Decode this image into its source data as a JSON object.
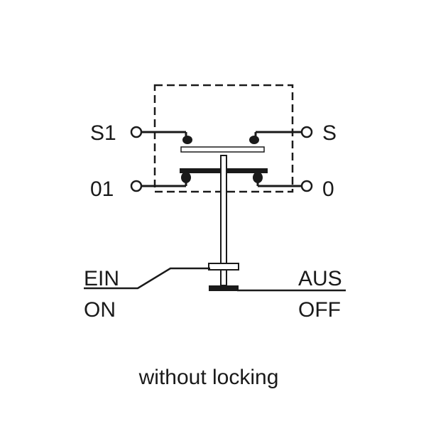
{
  "terminals": {
    "top_left": "S1",
    "top_right": "S",
    "bottom_left": "01",
    "bottom_right": "0"
  },
  "positions": {
    "on_label_de": "EIN",
    "on_label_en": "ON",
    "off_label_de": "AUS",
    "off_label_en": "OFF"
  },
  "caption": "without locking",
  "colors": {
    "line": "#1a1a1a",
    "background": "#ffffff"
  }
}
